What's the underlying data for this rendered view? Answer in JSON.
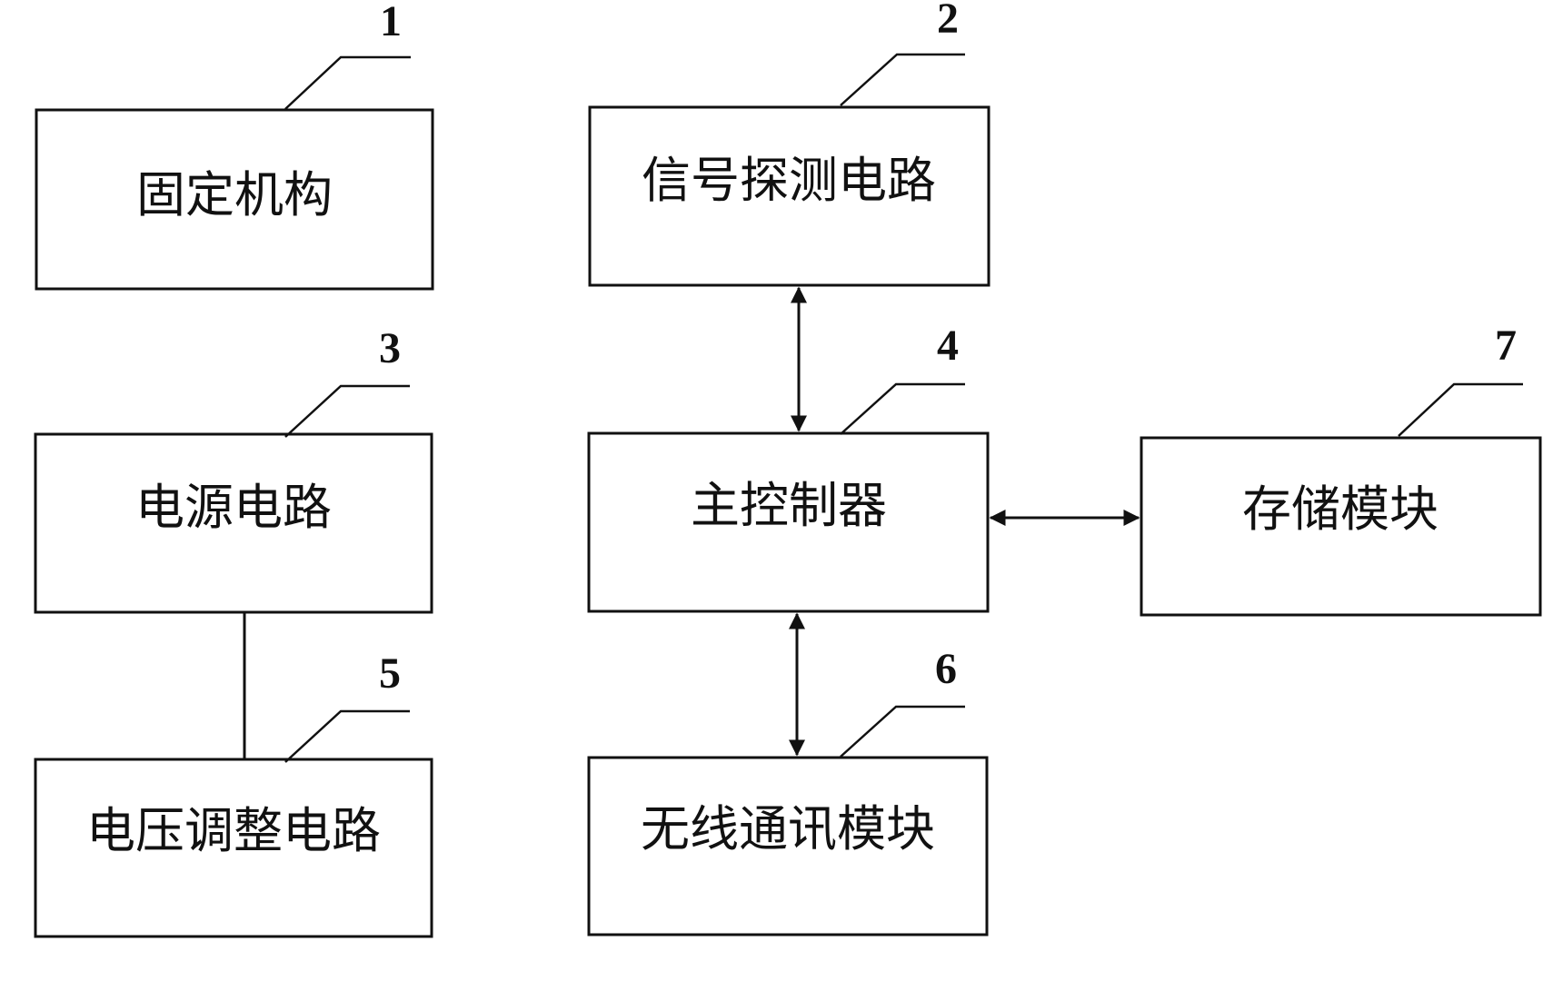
{
  "diagram": {
    "boxes": [
      {
        "id": "fixing-mechanism",
        "label": "固定机构",
        "number": "1"
      },
      {
        "id": "signal-detection-circuit",
        "label": "信号探测电路",
        "number": "2"
      },
      {
        "id": "power-circuit",
        "label": "电源电路",
        "number": "3"
      },
      {
        "id": "main-controller",
        "label": "主控制器",
        "number": "4"
      },
      {
        "id": "voltage-regulation-circuit",
        "label": "电压调整电路",
        "number": "5"
      },
      {
        "id": "wireless-communication-module",
        "label": "无线通讯模块",
        "number": "6"
      },
      {
        "id": "storage-module",
        "label": "存储模块",
        "number": "7"
      }
    ],
    "connections": [
      {
        "from": "signal-detection-circuit",
        "to": "main-controller",
        "type": "bidirectional-arrow"
      },
      {
        "from": "main-controller",
        "to": "storage-module",
        "type": "bidirectional-arrow"
      },
      {
        "from": "main-controller",
        "to": "wireless-communication-module",
        "type": "bidirectional-arrow"
      },
      {
        "from": "power-circuit",
        "to": "voltage-regulation-circuit",
        "type": "line"
      }
    ]
  }
}
